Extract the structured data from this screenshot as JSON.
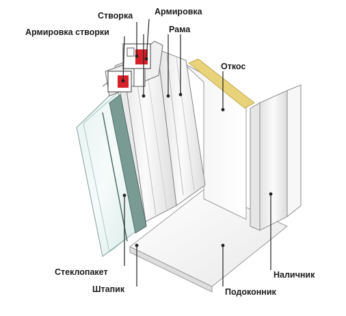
{
  "labels": {
    "stvorka": "Створка",
    "armirovka": "Армировка",
    "armirovka_stvorki": "Армировка створки",
    "rama": "Рама",
    "otkos": "Откос",
    "steklopaket": "Стеклопакет",
    "shtapik": "Штапик",
    "podokonnik": "Подоконник",
    "nalichnik": "Наличник"
  },
  "colors": {
    "reinforcement": "#d8202a",
    "sealant": "#e8d27a",
    "glass_tint": "#cfe6e2",
    "frame": "#f4f4f4",
    "outline": "#7d7d7d",
    "leader": "#222222"
  }
}
